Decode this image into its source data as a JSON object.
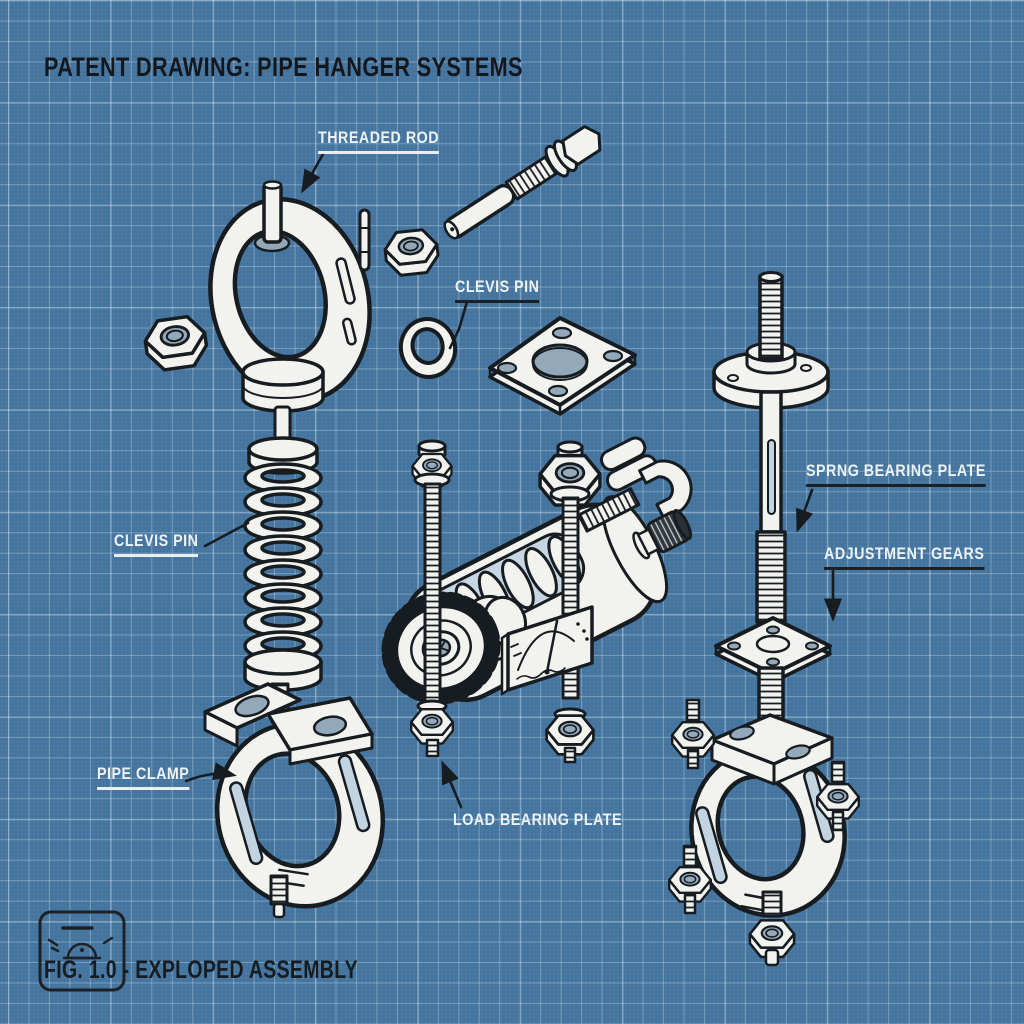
{
  "title": "PATENT DRAWING: PIPE HANGER SYSTEMS",
  "figure": {
    "caption": "FIG. 1.0 - EXPLOPED ASSEMBLY",
    "stamp_icon": "clamp-doodle-icon"
  },
  "callouts": {
    "threaded_rod": "THREADED ROD",
    "clevis_pin_upper": "CLEVIS PIN",
    "clevis_pin_lower": "CLEVIS PIN",
    "spring_bearing_plate": "SPRNG BEARING PLATE",
    "adjustment_gears": "ADJUSTMENT GEARS",
    "pipe_clamp": "PIPE CLAMP",
    "load_bearing_plate": "LOAD BEARING PLATE"
  },
  "colors": {
    "background": "#45759F",
    "grid_line": "#8AADC9",
    "ink": "#171C21",
    "part_fill": "#F2F3EF",
    "hole_shade": "#93A9BA",
    "slot_highlight": "#C2D4E2",
    "label_text": "#EDF2F5"
  }
}
